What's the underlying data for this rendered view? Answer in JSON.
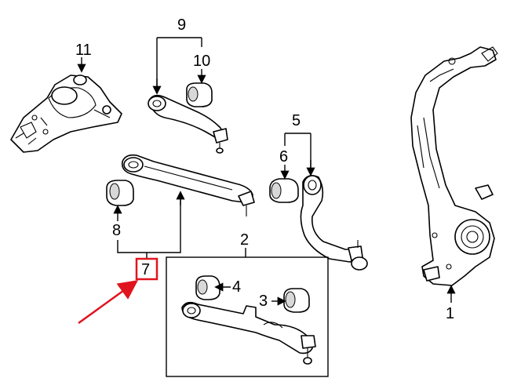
{
  "callouts": {
    "c1": "1",
    "c2": "2",
    "c3": "3",
    "c4": "4",
    "c5": "5",
    "c6": "6",
    "c7": "7",
    "c8": "8",
    "c9": "9",
    "c10": "10",
    "c11": "11"
  },
  "highlight": {
    "box_color": "#e0141e",
    "arrow_color": "#e0141e",
    "target_callout": "7"
  }
}
